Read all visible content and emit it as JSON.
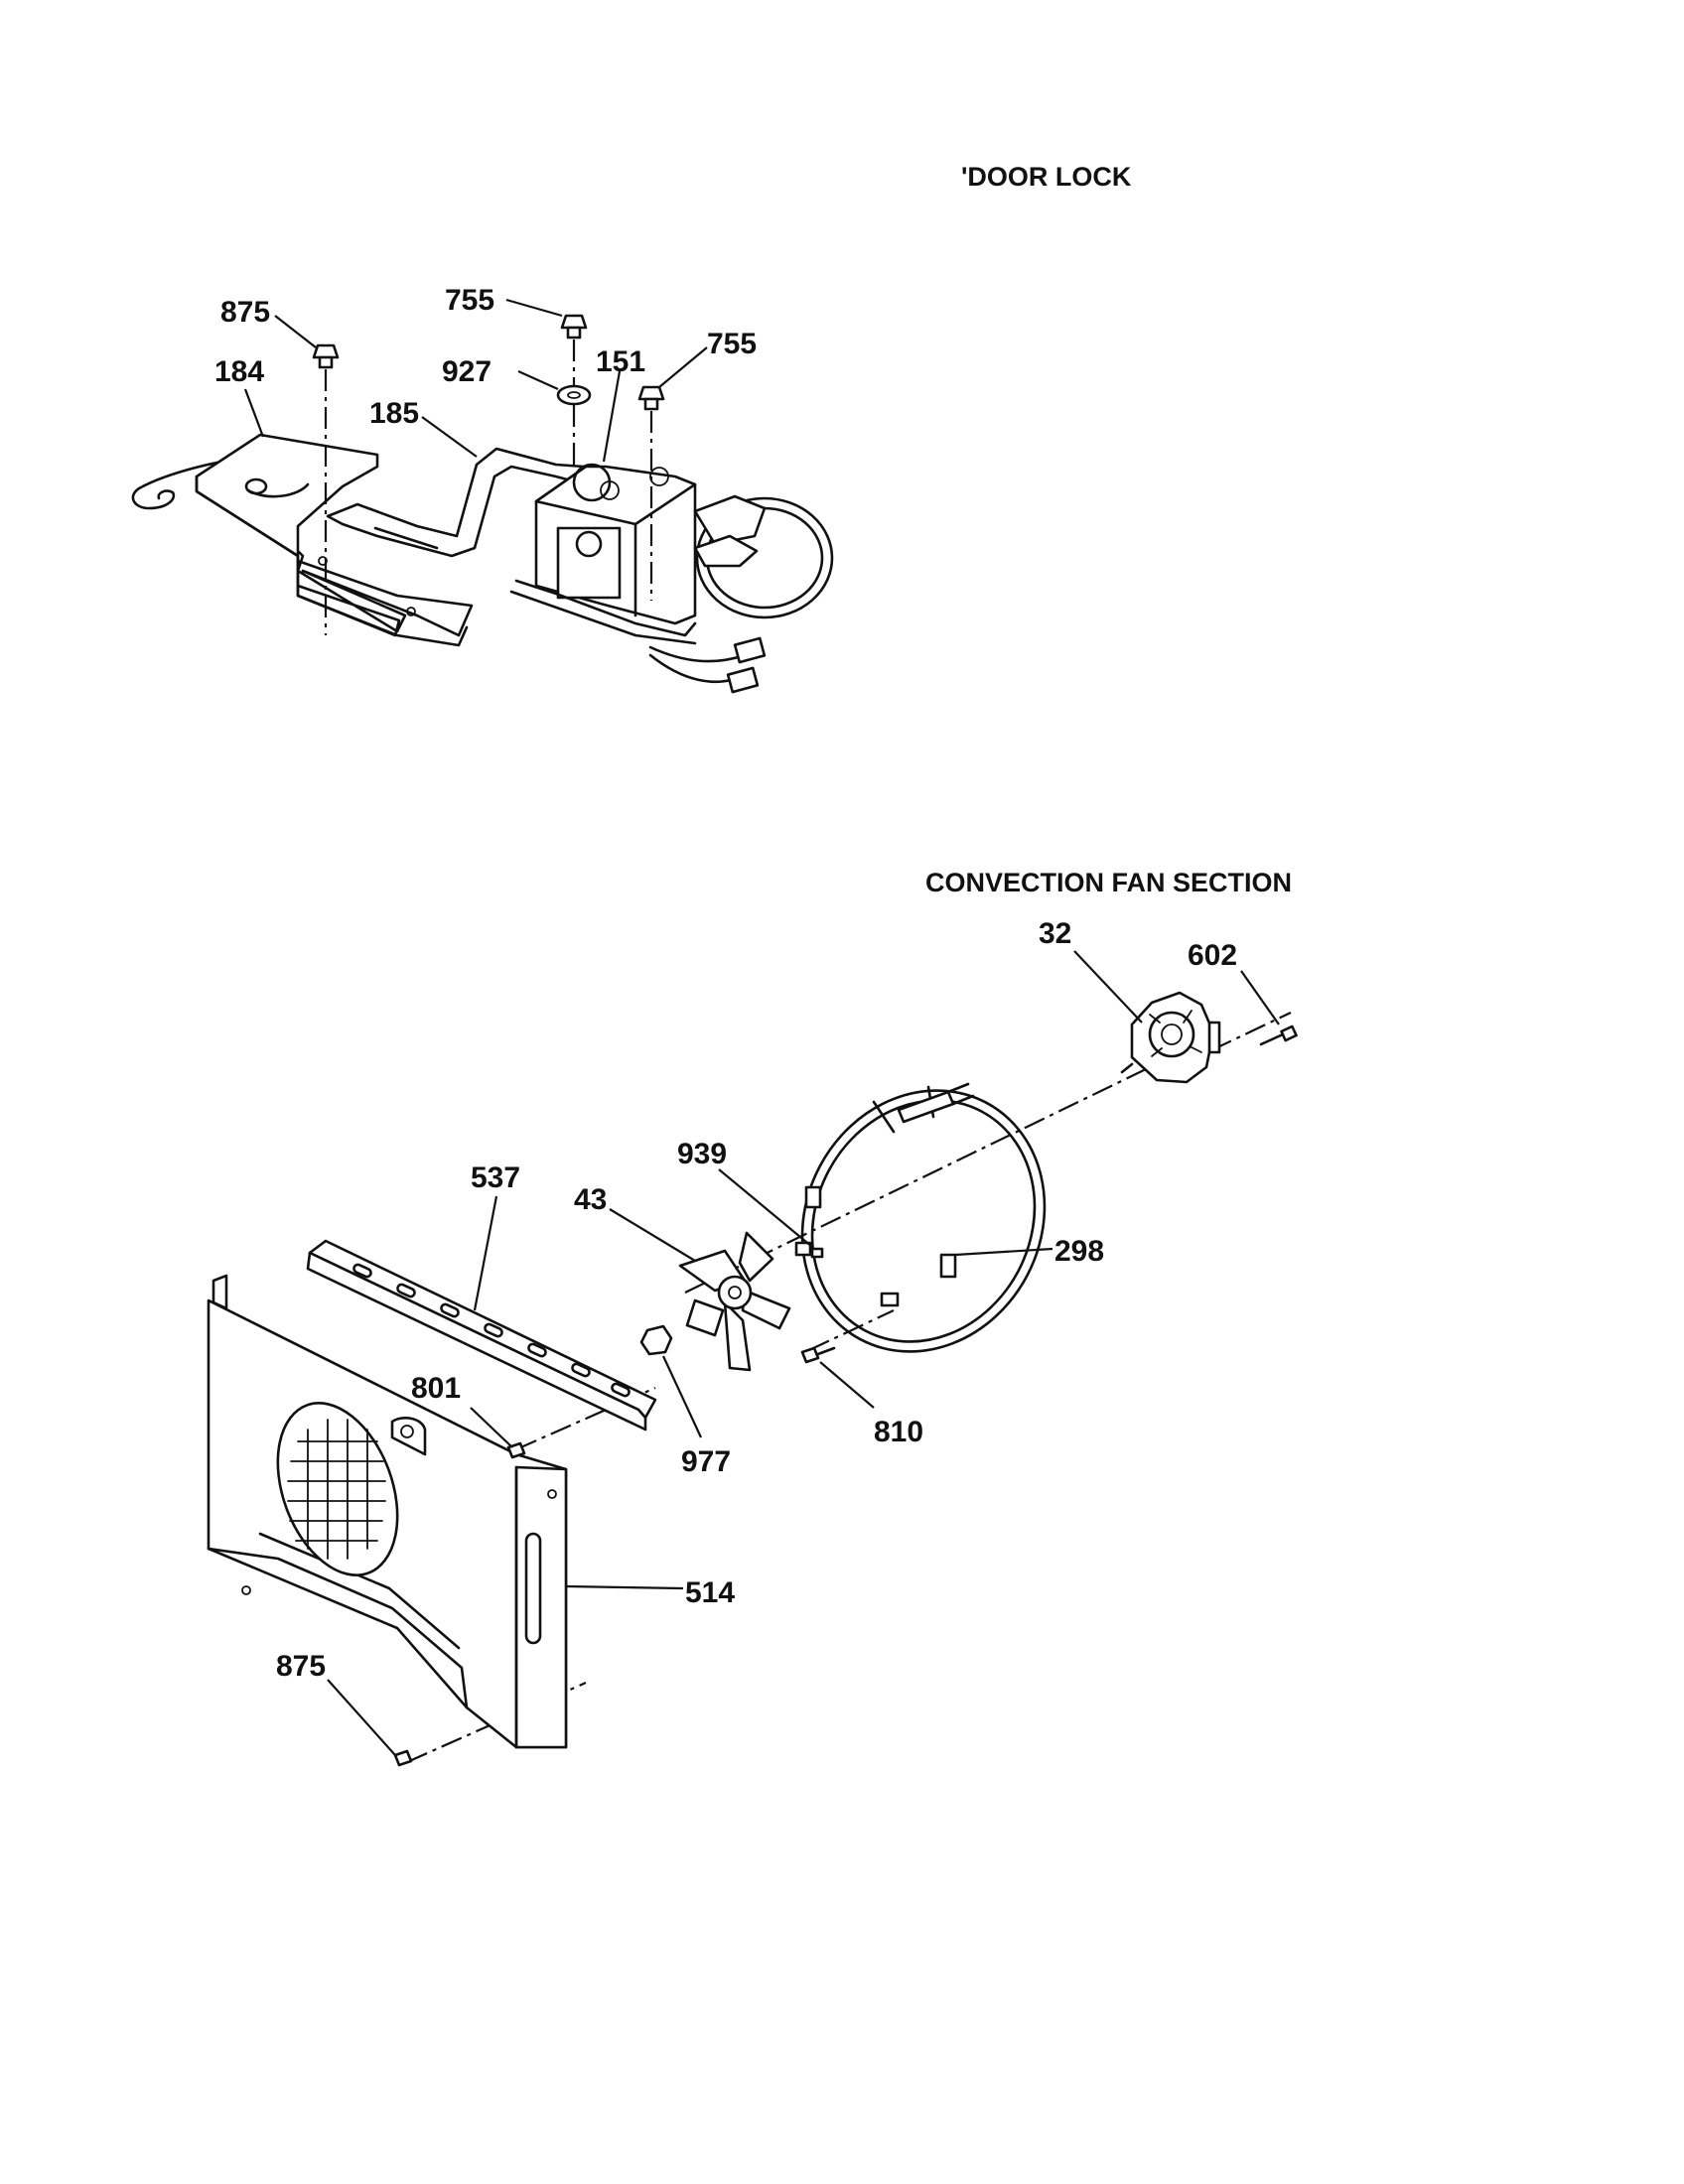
{
  "sections": {
    "door_lock": {
      "title": "'DOOR LOCK"
    },
    "convection_fan": {
      "title": "CONVECTION FAN SECTION"
    }
  },
  "callouts": {
    "dl_875": "875",
    "dl_184": "184",
    "dl_185": "185",
    "dl_755a": "755",
    "dl_927": "927",
    "dl_151": "151",
    "dl_755b": "755",
    "cf_32": "32",
    "cf_602": "602",
    "cf_537": "537",
    "cf_939": "939",
    "cf_43": "43",
    "cf_298": "298",
    "cf_801": "801",
    "cf_977": "977",
    "cf_810": "810",
    "cf_514": "514",
    "cf_875": "875"
  }
}
